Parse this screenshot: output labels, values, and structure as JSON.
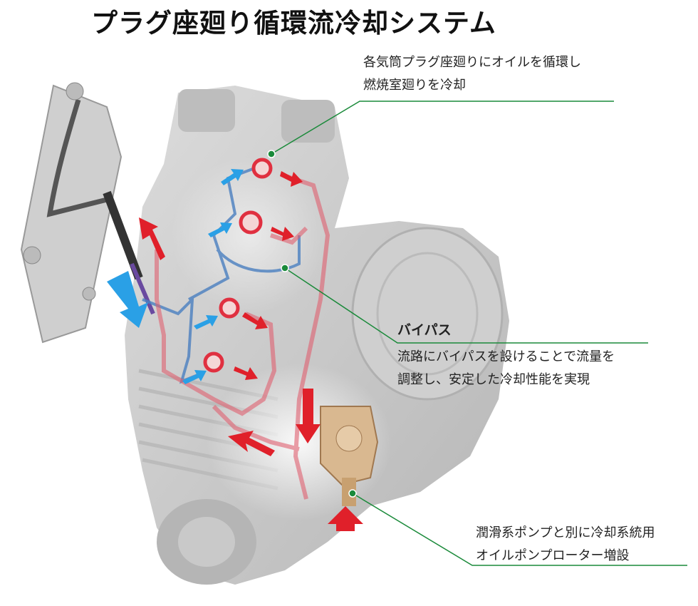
{
  "title": "プラグ座廻り循環流冷却システム",
  "annotations": {
    "plug_seat": {
      "lines": [
        "各気筒プラグ座廻りにオイルを循環し",
        "燃焼室廻りを冷却"
      ]
    },
    "bypass": {
      "heading": "バイパス",
      "lines": [
        "流路にバイパスを設けることで流量を",
        "調整し、安定した冷却性能を実現"
      ]
    },
    "pump": {
      "lines": [
        "潤滑系ポンプと別に冷却系統用",
        "オイルポンプローター増設"
      ]
    }
  },
  "colors": {
    "hot_flow": "#e0202a",
    "cool_flow": "#2a9ee0",
    "leader_line": "#1a8a3a",
    "engine": "#c8c8c8",
    "pump": "#c8a070"
  }
}
